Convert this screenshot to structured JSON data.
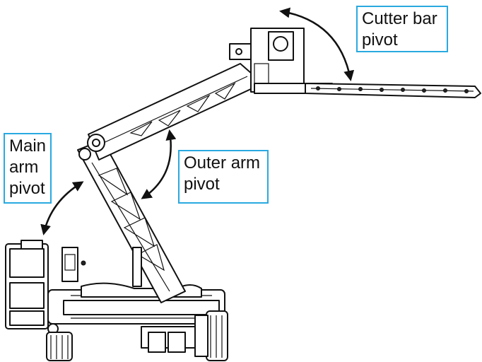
{
  "labels": {
    "cutter_bar_pivot": "Cutter bar\npivot",
    "main_arm_pivot": "Main\narm\npivot",
    "outer_arm_pivot": "Outer arm\npivot"
  },
  "colors": {
    "callout_border": "#29a9e0",
    "line": "#111111",
    "background": "#ffffff"
  }
}
